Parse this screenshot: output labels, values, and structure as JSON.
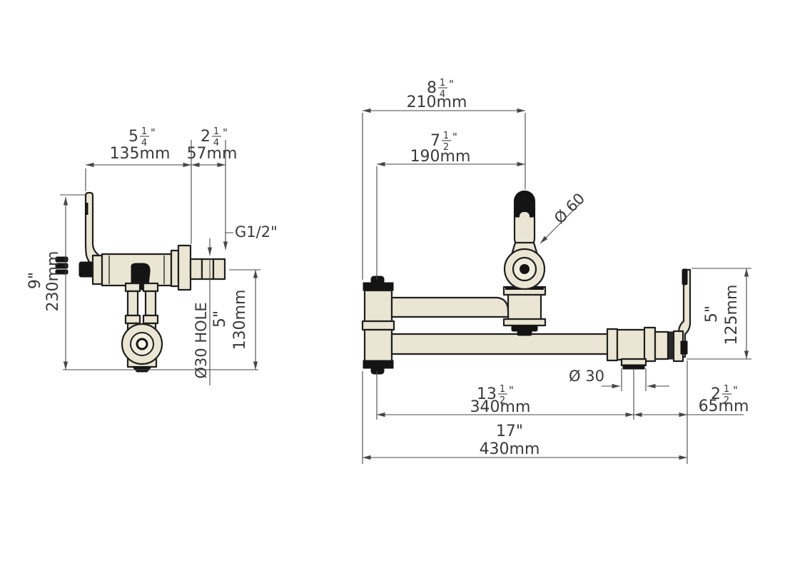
{
  "drawing": {
    "type": "technical-dimension-drawing",
    "subject": "wall mount pot filler faucet, side view and front view"
  },
  "colors": {
    "background": "#ffffff",
    "body_fill": "#eae6d3",
    "body_shade": "#e2ddc8",
    "black_parts": "#141414",
    "outline": "#1f1f1f",
    "dimension_lines": "#474747",
    "text": "#3a3a3a"
  },
  "left_view": {
    "name": "side view",
    "dims": {
      "width_main": {
        "whole": "5",
        "num": "1",
        "den": "4",
        "unit": "\"",
        "mm": "135mm"
      },
      "width_offset": {
        "whole": "2",
        "num": "1",
        "den": "4",
        "unit": "\"",
        "mm": "57mm"
      },
      "height": {
        "inch": "9\"",
        "mm": "230mm"
      },
      "outlet_drop": {
        "inch": "5\"",
        "mm": "130mm"
      },
      "hole_label": "Ø30 HOLE",
      "thread_label": "G1/2\""
    }
  },
  "right_view": {
    "name": "front view",
    "dims": {
      "reach_overall": {
        "whole": "8",
        "num": "1",
        "den": "4",
        "unit": "\"",
        "mm": "210mm"
      },
      "reach_to_spout": {
        "whole": "7",
        "num": "1",
        "den": "2",
        "unit": "\"",
        "mm": "190mm"
      },
      "handle_joint_dia": "Ø 60",
      "bracket_height": {
        "inch": "5\"",
        "mm": "125mm"
      },
      "span_to_inlet": {
        "whole": "13",
        "num": "1",
        "den": "2",
        "unit": "\"",
        "mm": "340mm"
      },
      "inlet_dia": "Ø 30",
      "wall_offset": {
        "whole": "2",
        "num": "1",
        "den": "2",
        "unit": "\"",
        "mm": "65mm"
      },
      "span_overall": {
        "inch": "17\"",
        "mm": "430mm"
      }
    }
  }
}
